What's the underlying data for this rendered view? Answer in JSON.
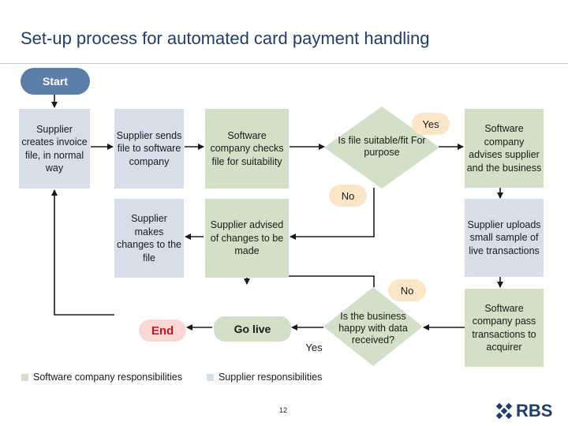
{
  "title": "Set-up process for automated card payment handling",
  "nodes": {
    "start": "Start",
    "supplier_creates": "Supplier creates invoice file, in normal way",
    "supplier_sends": "Supplier sends file to software company",
    "software_checks": "Software company checks file for suitability",
    "decision_suitable": "Is file suitable/fit For purpose",
    "software_advises": "Software company advises supplier and the business",
    "supplier_makes_changes": "Supplier makes changes to the file",
    "supplier_advised": "Supplier advised of changes to be made",
    "supplier_uploads": "Supplier uploads small sample of live transactions",
    "software_pass": "Software company pass transactions to acquirer",
    "decision_happy": "Is the business happy with data received?",
    "go_live": "Go live",
    "end": "End"
  },
  "labels": {
    "yes_top": "Yes",
    "no_mid": "No",
    "no_lower": "No",
    "yes_bottom": "Yes"
  },
  "legend": {
    "software": "Software company responsibilities",
    "supplier": "Supplier responsibilities"
  },
  "page_number": "12",
  "logo": "RBS",
  "colors": {
    "supplier": "#d6deea",
    "software": "#d2e0c7",
    "start": "#5b7fa8",
    "yes_no": "#fce6c8",
    "end": "#fbd7d4",
    "title": "#1f3e6a"
  }
}
